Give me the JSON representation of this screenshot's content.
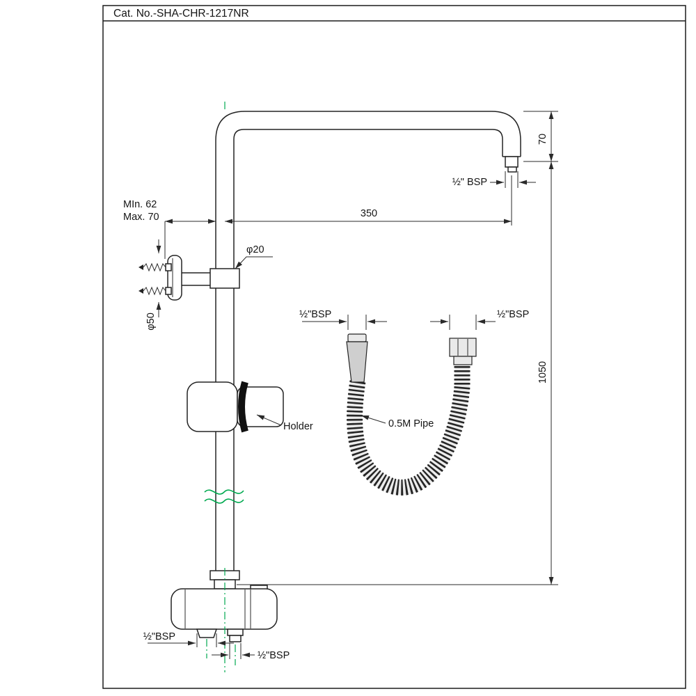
{
  "title": "Cat. No.-SHA-CHR-1217NR",
  "colors": {
    "line": "#232323",
    "centerline_green": "#00A94F",
    "fitting_gray": "#cfcfcf"
  },
  "dimensions": {
    "arm_drop": "70",
    "arm_reach": "350",
    "wall_clearance_min": "MIn. 62",
    "wall_clearance_max": "Max. 70",
    "pipe_diameter": "φ20",
    "flange_diameter": "φ50",
    "riser_height": "1050"
  },
  "connections": {
    "shower_arm_bsp": "½\" BSP",
    "hose_left_bsp": "½\"BSP",
    "hose_right_bsp": "½\"BSP",
    "outlet_left_bsp": "½\"BSP",
    "outlet_right_bsp": "½\"BSP"
  },
  "annotations": {
    "holder_label": "Holder",
    "hose_label": "0.5M Pipe"
  }
}
